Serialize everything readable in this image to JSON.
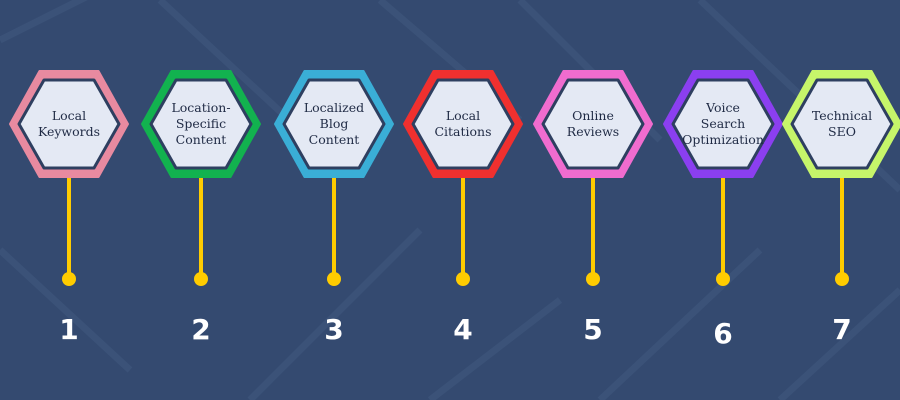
{
  "colors": {
    "background": "#344a70",
    "pattern_line": "#3c5379",
    "hexagon_fill": "#e4e9f4",
    "hexagon_inner_border": "#2e3f60",
    "connector": "#ffcc00",
    "number_text": "#ffffff"
  },
  "steps": [
    {
      "lines": [
        "Local",
        "Keywords"
      ],
      "number": "1",
      "color": "#e88aa0"
    },
    {
      "lines": [
        "Location-",
        "Specific",
        "Content"
      ],
      "number": "2",
      "color": "#12b24f"
    },
    {
      "lines": [
        "Localized",
        "Blog",
        "Content"
      ],
      "number": "3",
      "color": "#3aaed6"
    },
    {
      "lines": [
        "Local",
        "Citations"
      ],
      "number": "4",
      "color": "#f0302f"
    },
    {
      "lines": [
        "Online",
        "Reviews"
      ],
      "number": "5",
      "color": "#f06ccf"
    },
    {
      "lines": [
        "Voice",
        "Search",
        "Optimization"
      ],
      "number": "6",
      "color": "#8b3ff0"
    },
    {
      "lines": [
        "Technical",
        "SEO"
      ],
      "number": "7",
      "color": "#c6f56a"
    }
  ]
}
